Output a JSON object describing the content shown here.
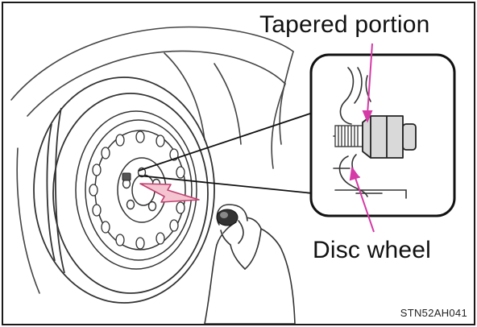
{
  "labels": {
    "tapered_portion": "Tapered portion",
    "disc_wheel": "Disc wheel"
  },
  "figure_code": "STN52AH041",
  "colors": {
    "callout_arrow": "#d63aa6",
    "pink_arrow_fill": "#f4c4d0",
    "pink_arrow_stroke": "#c04070",
    "line_art": "#333333",
    "nut_fill": "#d9d9d9"
  }
}
